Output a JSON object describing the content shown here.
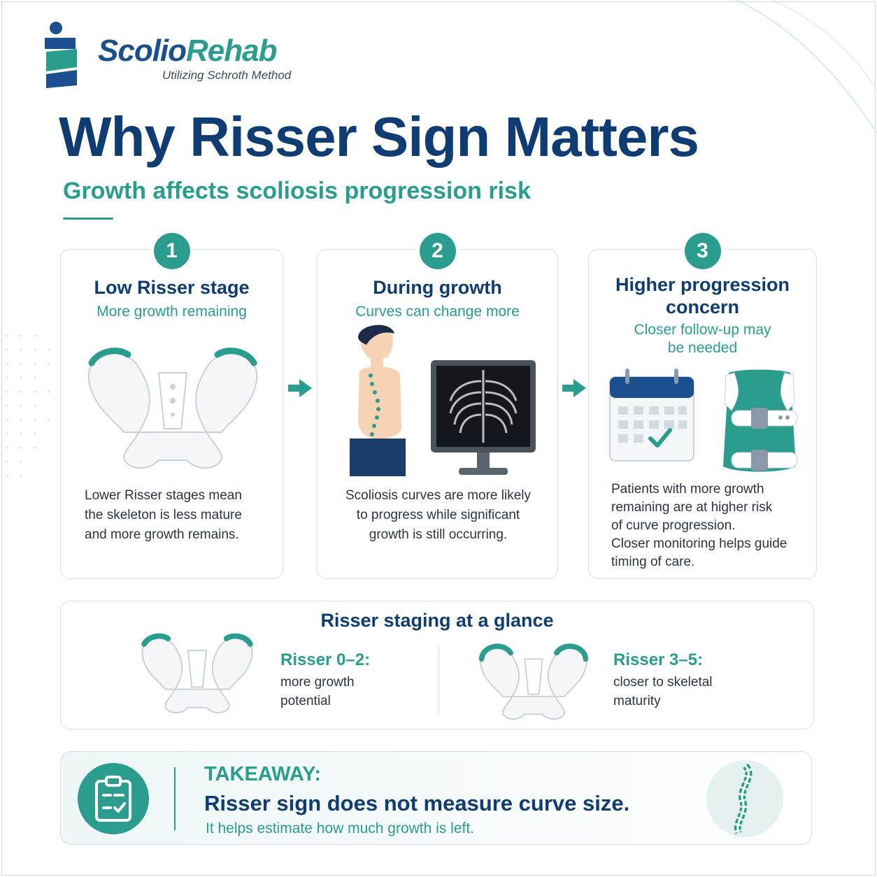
{
  "brand": {
    "name_part1": "Scolio",
    "name_part2": "Rehab",
    "tagline": "Utilizing Schroth Method"
  },
  "title": "Why Risser Sign Matters",
  "subtitle": "Growth affects scoliosis progression risk",
  "cards": [
    {
      "number": "1",
      "title": "Low Risser stage",
      "subtitle": "More growth remaining",
      "body_lines": [
        "Lower Risser stages mean",
        "the skeleton is less mature",
        "and more growth remains."
      ]
    },
    {
      "number": "2",
      "title": "During growth",
      "subtitle": "Curves can change more",
      "body_lines": [
        "Scoliosis curves are more likely",
        "to progress while significant",
        "growth is still occurring."
      ]
    },
    {
      "number": "3",
      "title_lines": [
        "Higher progression",
        "concern"
      ],
      "subtitle_lines": [
        "Closer follow-up may",
        "be needed"
      ],
      "body_lines": [
        "Patients with more growth",
        "remaining are at higher risk",
        "of curve progression.",
        "Closer monitoring helps guide",
        "timing of care."
      ]
    }
  ],
  "staging": {
    "title": "Risser staging at a glance",
    "low": {
      "label": "Risser 0–2:",
      "desc_lines": [
        "more growth",
        "potential"
      ]
    },
    "high": {
      "label": "Risser 3–5:",
      "desc_lines": [
        "closer to skeletal",
        "maturity"
      ]
    }
  },
  "takeaway": {
    "label": "TAKEAWAY:",
    "main": "Risser sign does not measure curve size.",
    "note": "It helps estimate how much growth is left."
  },
  "colors": {
    "navy": "#0f3d73",
    "teal": "#2a9d8f",
    "border": "#cfe3e3"
  },
  "icons": [
    "logo-figure-icon",
    "pelvis-icon",
    "boy-spine-icon",
    "xray-monitor-icon",
    "calendar-check-icon",
    "back-brace-icon",
    "arrow-right-icon",
    "clipboard-check-icon",
    "spine-icon"
  ]
}
